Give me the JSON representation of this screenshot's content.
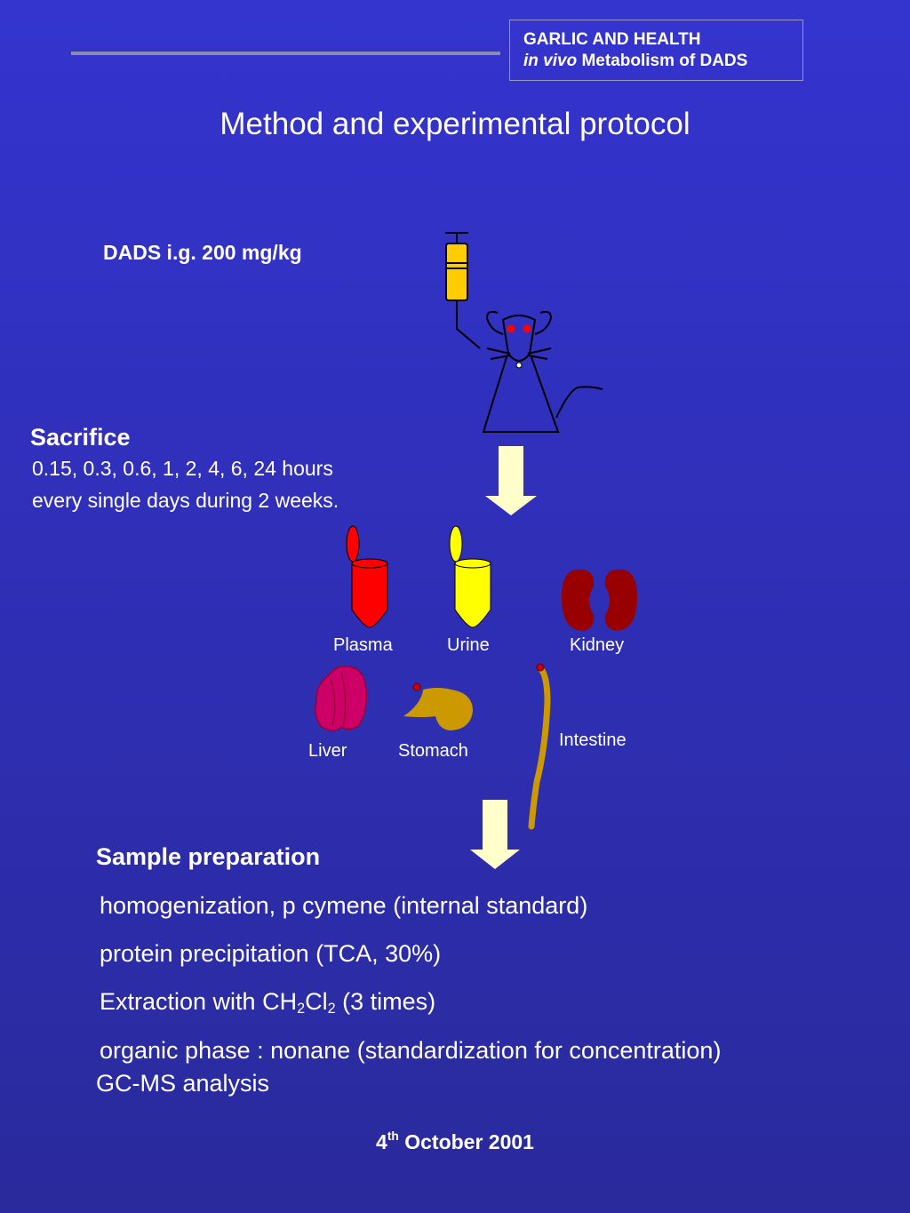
{
  "header": {
    "line1": "GARLIC AND HEALTH",
    "line2_italic": "in vivo",
    "line2_rest": " Metabolism of DADS"
  },
  "title": "Method and experimental protocol",
  "dose": "DADS i.g. 200 mg/kg",
  "sacrifice": {
    "heading": "Sacrifice",
    "items": [
      " 0.15,  0.3, 0.6, 1, 2, 4, 6, 24 hours",
      "every single days during 2 weeks."
    ]
  },
  "bullet_glyph": "",
  "organs": {
    "plasma": "Plasma",
    "urine": "Urine",
    "kidney": "Kidney",
    "liver": "Liver",
    "stomach": "Stomach",
    "intestine": "Intestine"
  },
  "sample_prep": {
    "heading": "Sample preparation",
    "item1": "homogenization, p cymene (internal standard)",
    "item2": "protein precipitation (TCA, 30%)",
    "item3_pre": "Extraction with CH",
    "item3_sub1": "2",
    "item3_mid": "Cl",
    "item3_sub2": "2",
    "item3_post": " (3 times)",
    "item4": "organic phase : nonane (standardization for concentration)",
    "final": "GC-MS analysis"
  },
  "footer": {
    "day": "4",
    "day_sup": "th",
    "rest": " October 2001"
  },
  "colors": {
    "background_top": "#3434cf",
    "background_bottom": "#2a2a9c",
    "arrow": "#ffffcc",
    "plasma_tube": "#ff0000",
    "urine_tube": "#ffff00",
    "kidney": "#990000",
    "liver": "#cc0066",
    "stomach": "#cc9900",
    "intestine": "#cc9900",
    "syringe": "#ffcc00"
  },
  "icons": [
    "syringe-icon",
    "rat-icon",
    "arrow-down-icon",
    "tube-icon",
    "kidney-icon",
    "liver-icon",
    "stomach-icon",
    "intestine-icon"
  ]
}
